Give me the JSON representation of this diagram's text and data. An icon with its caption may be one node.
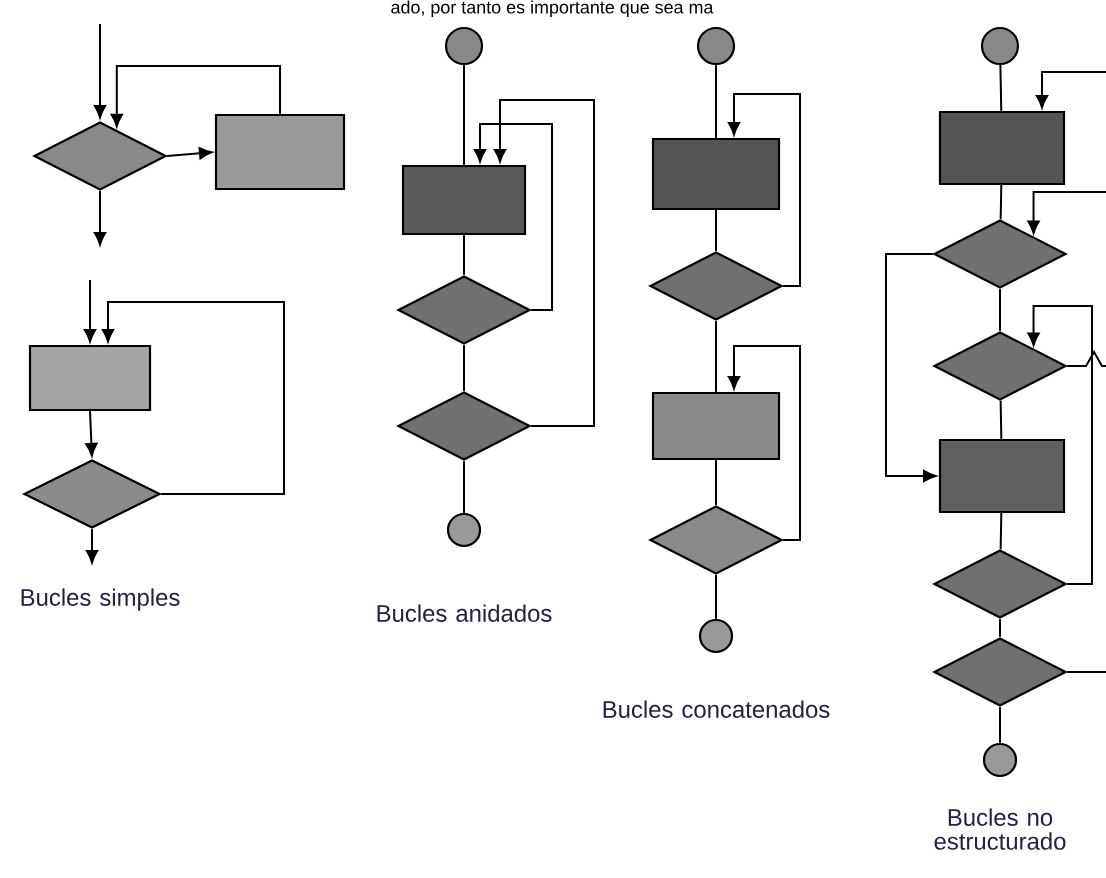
{
  "diagram": {
    "nodes": [
      {
        "text": [],
        "shape": "diamond"
      },
      {
        "text": [],
        "shape": "box"
      },
      {
        "text": [],
        "shape": "box"
      },
      {
        "text": [],
        "shape": "diamond"
      },
      {
        "text": [],
        "shape": "circle"
      },
      {
        "text": [],
        "shape": "box"
      },
      {
        "text": [],
        "shape": "diamond"
      },
      {
        "text": [],
        "shape": "diamond"
      },
      {
        "text": [],
        "shape": "circle"
      },
      {
        "text": [],
        "shape": "circle"
      },
      {
        "text": [],
        "shape": "box"
      },
      {
        "text": [],
        "shape": "diamond"
      },
      {
        "text": [],
        "shape": "box"
      },
      {
        "text": [],
        "shape": "diamond"
      },
      {
        "text": [],
        "shape": "circle"
      },
      {
        "text": [],
        "shape": "circle"
      },
      {
        "text": [],
        "shape": "box"
      },
      {
        "text": [],
        "shape": "diamond"
      },
      {
        "text": [],
        "shape": "diamond"
      },
      {
        "text": [],
        "shape": "box"
      },
      {
        "text": [],
        "shape": "diamond"
      },
      {
        "text": [],
        "shape": "diamond"
      },
      {
        "text": [],
        "shape": "circle"
      }
    ],
    "edges": [
      {
        "from": null,
        "to": 0,
        "arrow": "to"
      },
      {
        "from": 0,
        "to": 1,
        "arrow": "to"
      },
      {
        "from": 1,
        "to": 0,
        "arrow": "to"
      },
      {
        "from": 0,
        "to": null,
        "arrow": "to"
      },
      {
        "from": null,
        "to": 2,
        "arrow": "to"
      },
      {
        "from": 2,
        "to": 3,
        "arrow": "to"
      },
      {
        "from": 3,
        "to": 2,
        "arrow": "to"
      },
      {
        "from": 3,
        "to": null,
        "arrow": "to"
      },
      {
        "from": 4,
        "to": 5,
        "arrow": "none"
      },
      {
        "from": 5,
        "to": 6,
        "arrow": "none"
      },
      {
        "from": 6,
        "to": 7,
        "arrow": "none"
      },
      {
        "from": 7,
        "to": 8,
        "arrow": "none"
      },
      {
        "from": 6,
        "to": 5,
        "arrow": "to"
      },
      {
        "from": 7,
        "to": 5,
        "arrow": "to"
      },
      {
        "from": 9,
        "to": 10,
        "arrow": "none"
      },
      {
        "from": 10,
        "to": 11,
        "arrow": "none"
      },
      {
        "from": 11,
        "to": 12,
        "arrow": "none"
      },
      {
        "from": 12,
        "to": 13,
        "arrow": "none"
      },
      {
        "from": 13,
        "to": 14,
        "arrow": "none"
      },
      {
        "from": 11,
        "to": 10,
        "arrow": "to"
      },
      {
        "from": 13,
        "to": 12,
        "arrow": "to"
      },
      {
        "from": 15,
        "to": 16,
        "arrow": "none"
      },
      {
        "from": 16,
        "to": 17,
        "arrow": "none"
      },
      {
        "from": 17,
        "to": 18,
        "arrow": "none"
      },
      {
        "from": 18,
        "to": 19,
        "arrow": "none"
      },
      {
        "from": 19,
        "to": 20,
        "arrow": "none"
      },
      {
        "from": 20,
        "to": 21,
        "arrow": "none"
      },
      {
        "from": 21,
        "to": 22,
        "arrow": "none"
      },
      {
        "from": null,
        "to": 16,
        "arrow": "to"
      },
      {
        "from": null,
        "to": 17,
        "arrow": "to"
      },
      {
        "from": 18,
        "to": null,
        "arrow": "none"
      },
      {
        "from": 20,
        "to": 18,
        "arrow": "to"
      },
      {
        "from": 21,
        "to": null,
        "arrow": "none"
      },
      {
        "from": 17,
        "to": 19,
        "arrow": "to"
      }
    ],
    "labels": [
      "ado, por tanto es importante que sea ma",
      "Bucles simples",
      "Bucles anidados",
      "Bucles concatenados",
      "Bucles no estructurado"
    ]
  }
}
